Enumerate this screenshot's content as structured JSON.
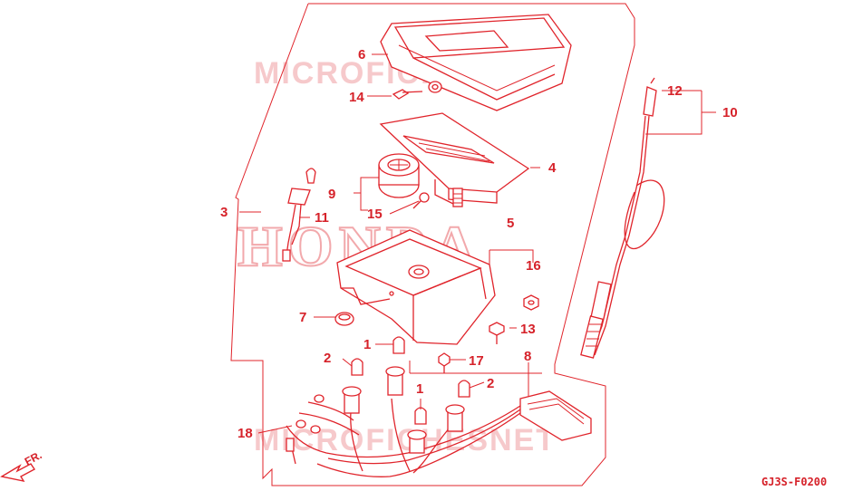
{
  "watermark": {
    "site": "MICROFICHESNET",
    "brand": "HONDA"
  },
  "direction": {
    "text": "FR."
  },
  "diagram_code": "GJ3S-F0200",
  "callouts": [
    {
      "id": "c1a",
      "number": "1"
    },
    {
      "id": "c1b",
      "number": "1"
    },
    {
      "id": "c2a",
      "number": "2"
    },
    {
      "id": "c2b",
      "number": "2"
    },
    {
      "id": "c3",
      "number": "3"
    },
    {
      "id": "c4",
      "number": "4"
    },
    {
      "id": "c5",
      "number": "5"
    },
    {
      "id": "c6",
      "number": "6"
    },
    {
      "id": "c7",
      "number": "7"
    },
    {
      "id": "c8",
      "number": "8"
    },
    {
      "id": "c9",
      "number": "9"
    },
    {
      "id": "c10",
      "number": "10"
    },
    {
      "id": "c11",
      "number": "11"
    },
    {
      "id": "c12",
      "number": "12"
    },
    {
      "id": "c13",
      "number": "13"
    },
    {
      "id": "c14",
      "number": "14"
    },
    {
      "id": "c15",
      "number": "15"
    },
    {
      "id": "c16",
      "number": "16"
    },
    {
      "id": "c17",
      "number": "17"
    },
    {
      "id": "c18",
      "number": "18"
    }
  ],
  "colors": {
    "line": "#e0242b",
    "watermark": "#f6c9cb",
    "background": "#ffffff"
  }
}
